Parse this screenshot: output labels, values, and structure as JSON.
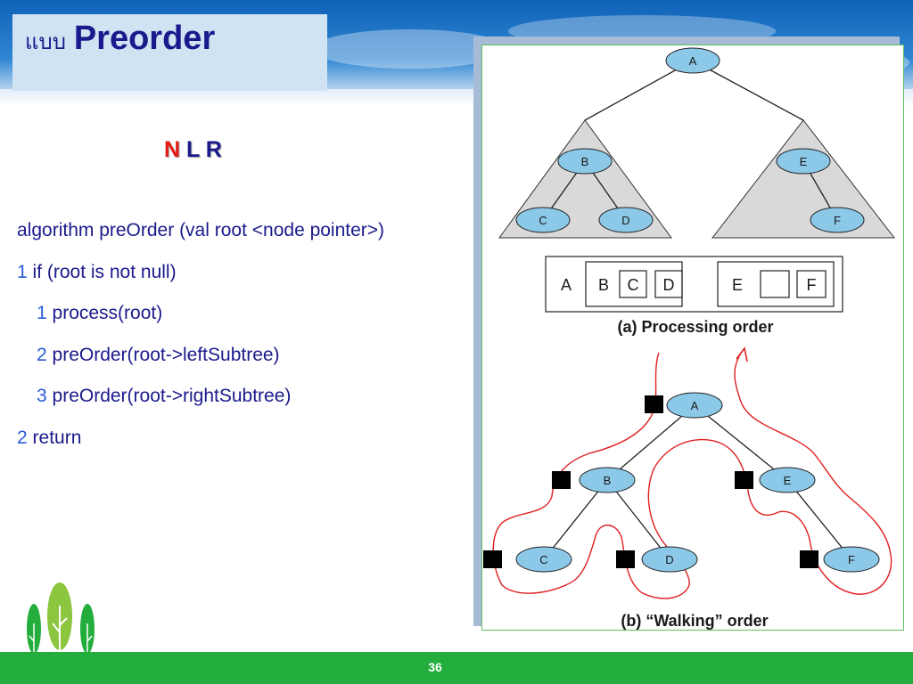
{
  "slide": {
    "title_thai": "แบบ",
    "title_main": "Preorder",
    "nlr": {
      "n": "N",
      "lr": " L R"
    },
    "code": [
      {
        "num": "",
        "text": "algorithm preOrder (val root <node pointer>)",
        "indent": false
      },
      {
        "num": "1",
        "text": " if (root  is not null)",
        "indent": false
      },
      {
        "num": "1",
        "text": "  process(root)",
        "indent": true
      },
      {
        "num": "2",
        "text": "  preOrder(root->leftSubtree)",
        "indent": true
      },
      {
        "num": "3",
        "text": "  preOrder(root->rightSubtree)",
        "indent": true
      },
      {
        "num": "2",
        "text": " return",
        "indent": false
      }
    ],
    "page_number": "36"
  },
  "figure": {
    "tree_a_nodes": [
      "A",
      "B",
      "E",
      "C",
      "D",
      "F"
    ],
    "processing_boxes": [
      "A",
      "B",
      "C",
      "D",
      "E",
      "",
      "F"
    ],
    "caption_a": "(a) Processing order",
    "tree_b_nodes": [
      "A",
      "B",
      "E",
      "C",
      "D",
      "F"
    ],
    "caption_b": "(b) “Walking” order"
  },
  "colors": {
    "title_blue": "#1a1a8c",
    "accent_red": "#e31b14",
    "number_blue": "#2a5bd7",
    "node_fill": "#8cc8e8",
    "walk_line": "#e02020",
    "footer_green": "#22ad3c"
  }
}
